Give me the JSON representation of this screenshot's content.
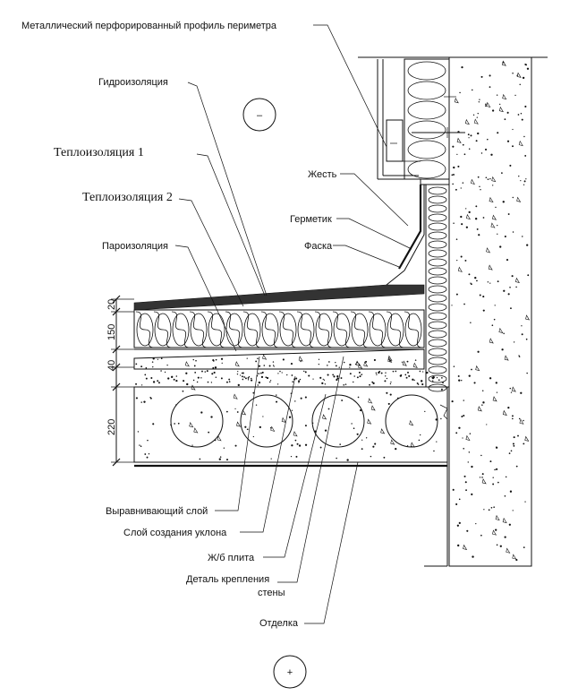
{
  "labels": {
    "perimeter_profile": "Металлический перфорированный профиль периметра",
    "waterproofing": "Гидроизоляция",
    "insulation1": "Теплоизоляция 1",
    "insulation2": "Теплоизоляция 2",
    "vapor_barrier": "Пароизоляция",
    "tin": "Жесть",
    "sealant": "Герметик",
    "chamfer": "Фаска",
    "leveling_layer": "Выравнивающий слой",
    "slope_layer": "Слой создания уклона",
    "rc_slab": "Ж/б плита",
    "wall_fastening_line1": "Деталь крепления",
    "wall_fastening_line2": "стены",
    "finish": "Отделка"
  },
  "dimensions": {
    "d20": "20",
    "d150": "150",
    "d40": "40",
    "d220": "220"
  },
  "symbols": {
    "minus": "–",
    "plus": "+"
  },
  "colors": {
    "line": "#111111",
    "background": "#ffffff"
  }
}
